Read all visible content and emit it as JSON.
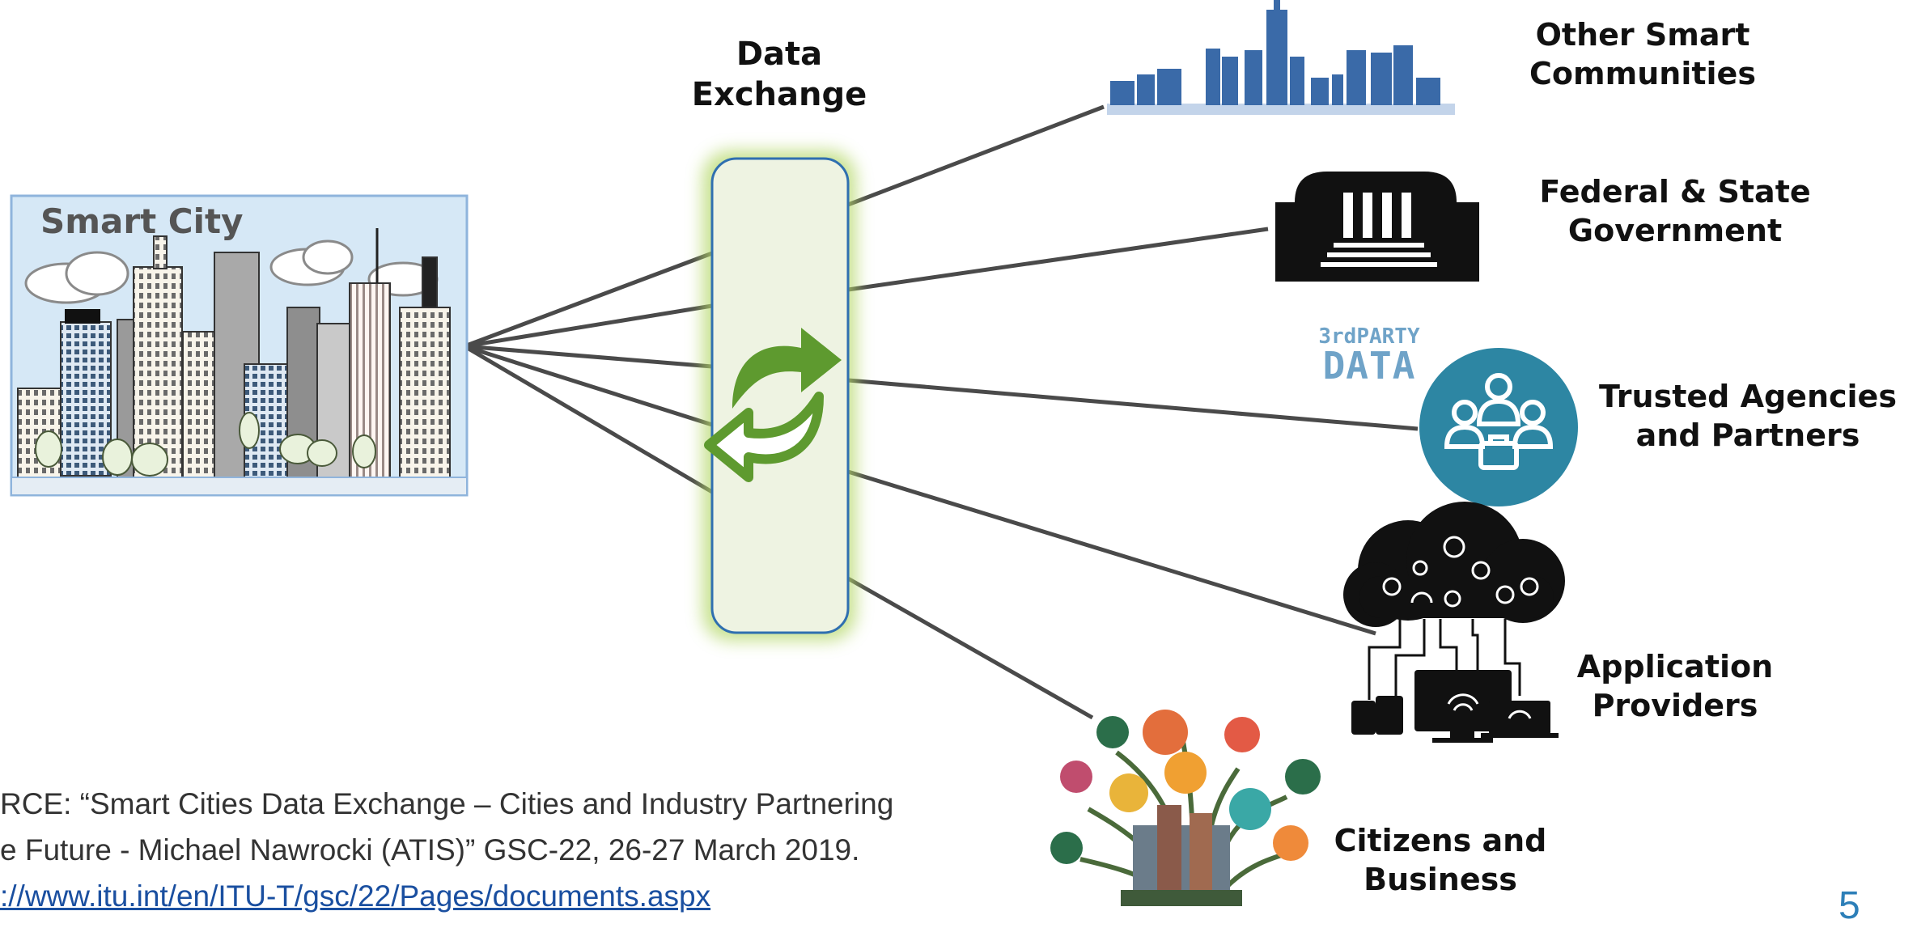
{
  "hub": {
    "title": "Data\nExchange"
  },
  "source_city": {
    "label": "Smart City"
  },
  "third_party_badge": {
    "top": "3rdPARTY",
    "bottom": "DATA"
  },
  "stakeholders": [
    {
      "label": "Other Smart\nCommunities"
    },
    {
      "label": "Federal & State\nGovernment"
    },
    {
      "label": "Trusted Agencies\nand Partners"
    },
    {
      "label": "Application\nProviders"
    },
    {
      "label": "Citizens and\nBusiness"
    }
  ],
  "source_note": {
    "line1": "RCE: “Smart Cities Data Exchange – Cities and Industry Partnering",
    "line2": "e Future - Michael Nawrocki (ATIS)” GSC-22, 26-27 March 2019.",
    "link": "://www.itu.int/en/ITU-T/gsc/22/Pages/documents.aspx"
  },
  "page_number": "5",
  "colors": {
    "hub_fill": "#eef3e2",
    "hub_border": "#2f6fb0",
    "hub_glow": "#9bc24a",
    "exchange_icon": "#5e9a2f",
    "connector": "#4a4a4a",
    "agency_circle": "#2d86a3",
    "skyline_blue": "#3a6aa8",
    "sky": "#d6e8f6"
  }
}
